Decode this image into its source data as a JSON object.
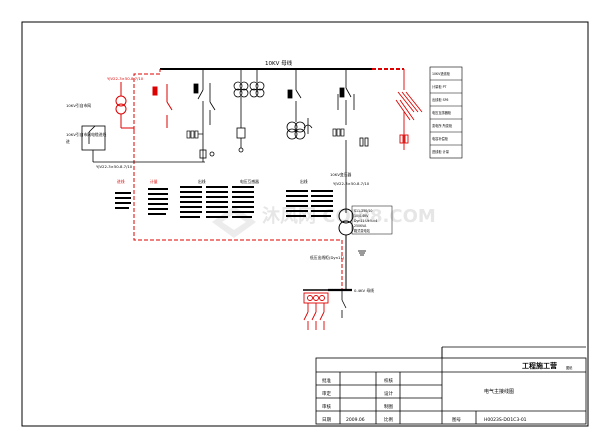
{
  "diagram": {
    "bus_main_label": "10KV 母线",
    "bus_low_label": "0.4KV 母线",
    "incoming_label": "10KV引自市网",
    "incoming_label2": "10KV引自市网电缆进线",
    "incoming_label3": "进",
    "feeder_main_label": "YJV22-3×50-8.7/10",
    "feeder_red_label": "YJV22-3×50-8.7/10",
    "feeder_left_label": "YJV22-3×50-8.7/10",
    "trafo_cable_label": "YJV22-3×50-8.7/10",
    "trafo_box_lines": [
      "S11-250/10",
      "10/0.4KV",
      "Dyn11 Uk%=4",
      "250KVA",
      "箱式变电站",
      "SCB10-250"
    ],
    "low_tap_label": "低压出线柜(Dyn11)",
    "transformer_label": "10KV变压器",
    "column_headers": [
      "进线",
      "计量",
      "出线",
      "电压互感器",
      "出线"
    ],
    "right_legend": [
      "10KV进线柜",
      "计量柜 PT",
      "出线柜 SF6",
      "电压互感器柜",
      "变电所 所变柜",
      "电容补偿柜",
      "进线柜 计量"
    ]
  },
  "title_block": {
    "company": "工程施工营",
    "company_small": "图纸",
    "title": "电气主接线图",
    "rows": [
      {
        "label": "批准",
        "label2": "校核"
      },
      {
        "label": "审定",
        "label2": "设计"
      },
      {
        "label": "审核",
        "label2": "制图"
      },
      {
        "label": "日期",
        "value": "2009.06",
        "label2": "比例"
      }
    ],
    "drawing_no_label": "图号",
    "drawing_no": "H0023S-DO1C3-01"
  },
  "watermark": "沐风网 COI88.COM"
}
